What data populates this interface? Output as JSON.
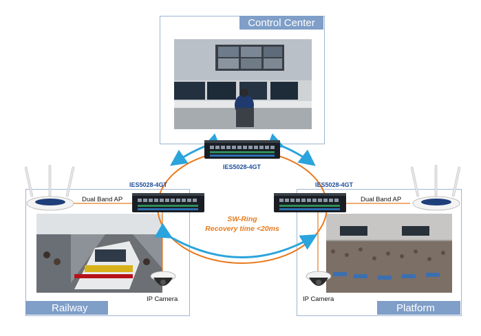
{
  "panels": {
    "control": {
      "label": "Control Center"
    },
    "railway": {
      "label": "Railway"
    },
    "platform": {
      "label": "Platform"
    }
  },
  "switches": {
    "top": {
      "model": "IES5028-4GT"
    },
    "left": {
      "model": "IES5028-4GT"
    },
    "right": {
      "model": "IES5028-4GT"
    }
  },
  "ring": {
    "line1": "SW-Ring",
    "line2": "Recovery time <20ms"
  },
  "devices": {
    "left_ap": "Dual Band AP",
    "right_ap": "Dual Band AP",
    "left_cam": "IP Camera",
    "right_cam": "IP Camera"
  },
  "colors": {
    "ring": "#e87a1e",
    "arrow": "#2aa4dc",
    "panel_tag": "#7f9ec8",
    "switch_label": "#1f4e9a"
  }
}
